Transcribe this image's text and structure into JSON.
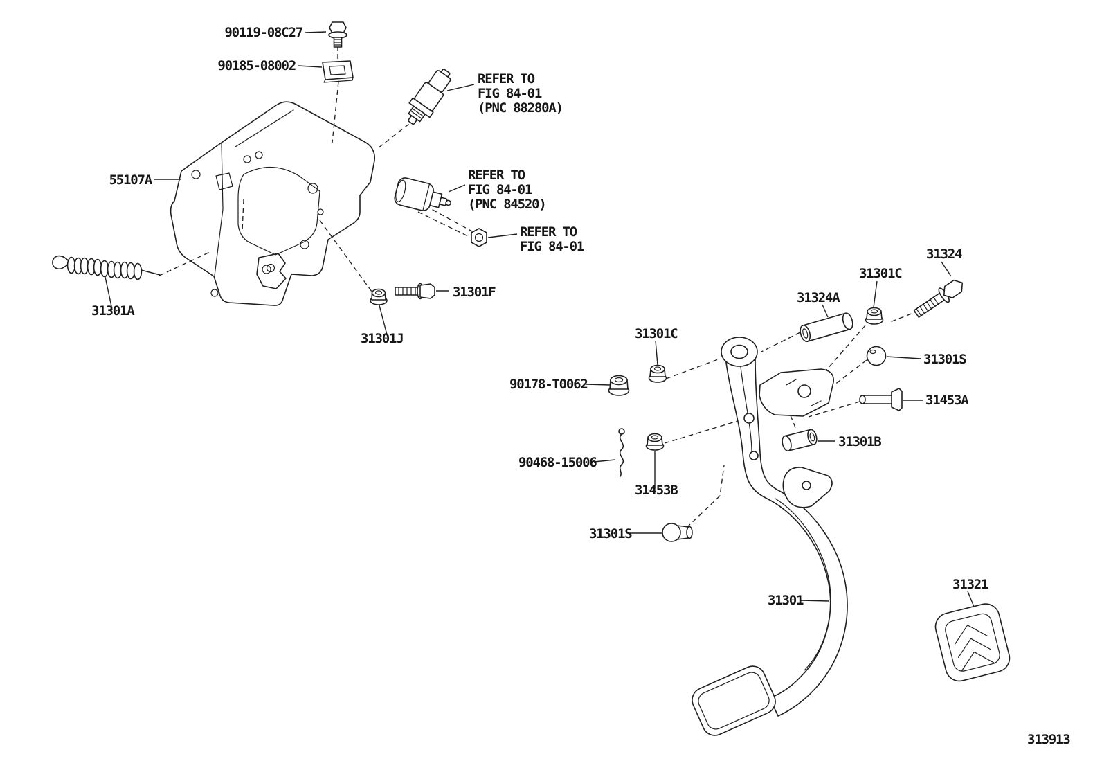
{
  "diagram": {
    "figure_number": "313913",
    "background_color": "#ffffff",
    "line_color": "#1f1f1f",
    "labels": {
      "bolt_90119": "90119-08C27",
      "clip_90185": "90185-08002",
      "bracket_55107a": "55107A",
      "spring_31301a": "31301A",
      "bolt_31301f": "31301F",
      "nut_31301j": "31301J",
      "bolt_31324": "31324",
      "nut_31301c_upper": "31301C",
      "collar_31324a": "31324A",
      "nut_31301c_lower": "31301C",
      "nut_90178": "90178-T0062",
      "cushion_31301s_upper": "31301S",
      "pin_31453a": "31453A",
      "bushing_31301b": "31301B",
      "pin_90468": "90468-15006",
      "nut_31453b": "31453B",
      "cushion_31301s_lower": "31301S",
      "pedal_31301": "31301",
      "pad_31321": "31321"
    },
    "references": {
      "ref_88280a": {
        "line1": "REFER TO",
        "line2": "FIG 84-01",
        "line3": "(PNC 88280A)"
      },
      "ref_84520": {
        "line1": "REFER TO",
        "line2": "FIG 84-01",
        "line3": "(PNC 84520)"
      },
      "ref_nut": {
        "line1": "REFER TO",
        "line2": "FIG 84-01"
      }
    }
  }
}
